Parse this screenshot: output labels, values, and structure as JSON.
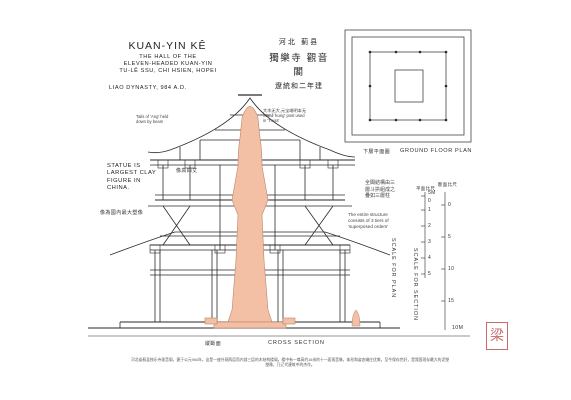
{
  "title": "KUAN-YIN KÊ",
  "subtitle": "THE HALL OF THE\nELEVEN-HEADED KUAN-YIN\nTU-LÊ SSU, CHI HSIEN, HOPEI",
  "dynasty": "LIAO DYNASTY, 984 A.D.",
  "chinese_title": {
    "line1": "河北 蓟县",
    "line2": "獨樂寺 觀音閣",
    "line3": "遼統和二年建"
  },
  "notes": {
    "ang_top": "大木无大,元宝端明本无\nSmall 'kung' post used\nin 'Truss'",
    "ang_tail": "Tails of 'Ang' held\ndown by beam",
    "statue_cn": "像高四丈",
    "statue_side_cn": "像為國內最大塑像",
    "structure_cn": "全閣結構由三\n層斗拱組成之\n疊如三層柱",
    "structure_en": "The entire structure\nconsists of 3 tiers of\n'superposed orders'"
  },
  "statue_note": "STATUE IS\nLARGEST CLAY\nFIGURE IN\nCHINA.",
  "labels": {
    "cross_section_cn": "縱斷面",
    "cross_section": "CROSS SECTION",
    "plan_cn": "下層平面圖",
    "plan": "GROUND FLOOR PLAN",
    "scale_plan": "SCALE FOR PLAN",
    "scale_section": "SCALE FOR SECTION",
    "scale_plan_cn": "平面比尺",
    "scale_section_cn": "斷面比尺"
  },
  "scales": {
    "plan_ticks": [
      "5M",
      "0",
      "1",
      "2",
      "3",
      "4",
      "5"
    ],
    "section_ticks": [
      "0",
      "5",
      "10",
      "15"
    ],
    "end_label": "10M"
  },
  "caption": "河北省蓟县独乐寺观音阁，建于公元984年。这是一座外观两层而内部三层的木结构楼阁。楼中有一尊高约16米的十一面观音像，体形和姿态端庄优美，至今保存完好，是我国现存最大的泥塑塑像，乃辽代建筑中的杰作。",
  "seal": "梁",
  "colors": {
    "ink": "#2a2a2a",
    "statue": "#f3c0a6",
    "seal": "#c76a6a"
  }
}
